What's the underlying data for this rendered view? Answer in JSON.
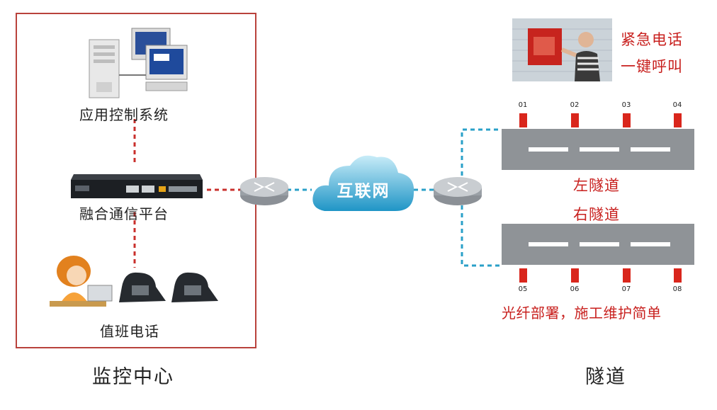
{
  "monitor_center": {
    "title": "监控中心",
    "app_control": "应用控制系统",
    "platform": "融合通信平台",
    "duty_phone": "值班电话"
  },
  "internet": {
    "label": "互联网"
  },
  "tunnel": {
    "title": "隧道",
    "emergency_line1": "紧急电话",
    "emergency_line2": "一键呼叫",
    "left_tunnel": "左隧道",
    "right_tunnel": "右隧道",
    "fiber_note": "光纤部署，施工维护简单",
    "top_markers": [
      "01",
      "02",
      "03",
      "04"
    ],
    "bottom_markers": [
      "05",
      "06",
      "07",
      "08"
    ]
  },
  "colors": {
    "frame_red": "#b9423c",
    "text_red": "#c8201e",
    "link_red": "#c9302c",
    "link_blue": "#2aa0c8",
    "road_gray": "#8f9397"
  }
}
